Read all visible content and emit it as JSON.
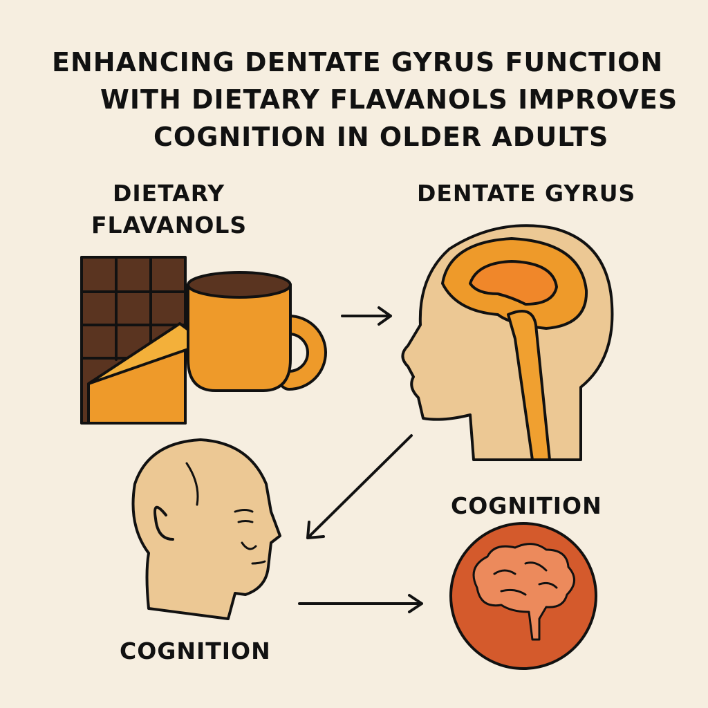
{
  "title": {
    "line1": "ENHANCING DENTATE GYRUS FUNCTION",
    "line2": "WITH DIETARY FLAVANOLS IMPROVES",
    "line3": "COGNITION IN OLDER ADULTS"
  },
  "labels": {
    "flavanols_line1": "DIETARY",
    "flavanols_line2": "FLAVANOLS",
    "dentate_gyrus": "DENTATE GYRUS",
    "cognition_right": "COGNITION",
    "cognition_left": "COGNITION"
  },
  "colors": {
    "background": "#f6eee0",
    "chocolate": "#5a3420",
    "orange": "#ee9a2a",
    "skin": "#ecc894",
    "brain_circle": "#d45a2c",
    "brain": "#ec8a5c"
  }
}
